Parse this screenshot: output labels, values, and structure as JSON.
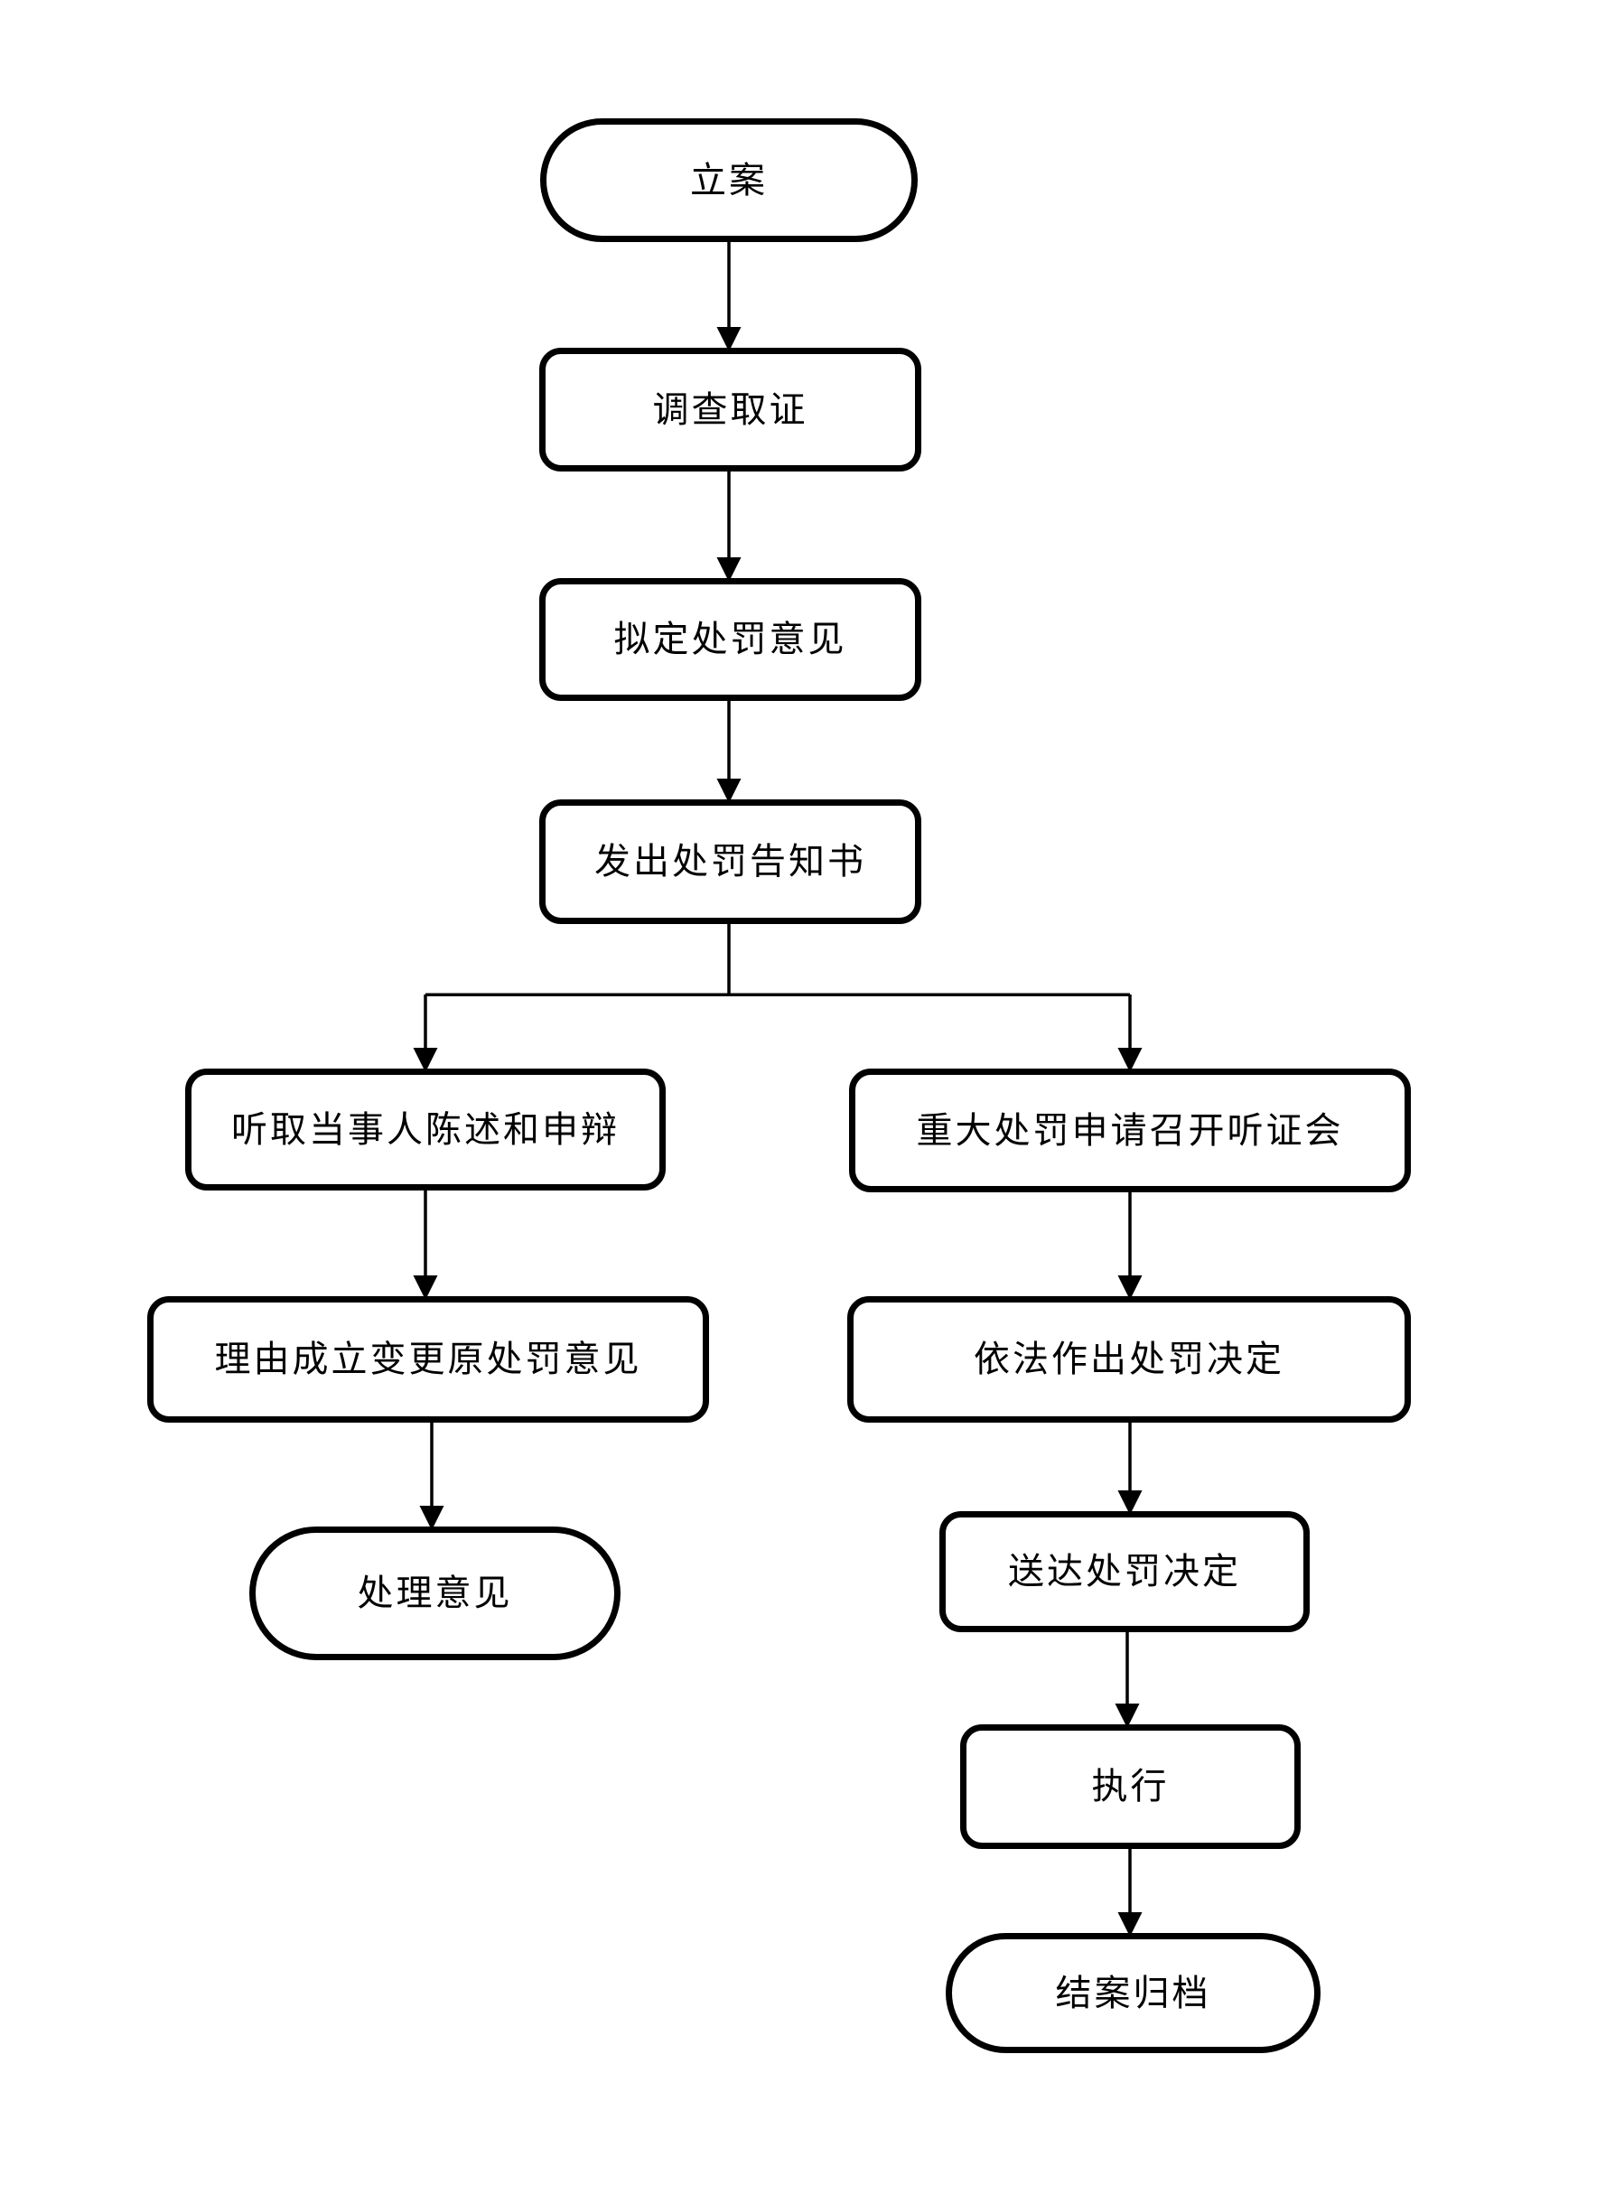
{
  "diagram": {
    "type": "flowchart",
    "background_color": "#ffffff",
    "stroke_color": "#000000",
    "node_fill_color": "#ffffff",
    "text_color": "#000000"
  },
  "nodes": [
    {
      "id": "case-filing",
      "label": "立案",
      "shape": "stadium"
    },
    {
      "id": "investigation-evidence",
      "label": "调查取证",
      "shape": "process"
    },
    {
      "id": "draft-penalty-opinion",
      "label": "拟定处罚意见",
      "shape": "process"
    },
    {
      "id": "issue-penalty-notice",
      "label": "发出处罚告知书",
      "shape": "process"
    },
    {
      "id": "hear-statement-defense",
      "label": "听取当事人陈述和申辩",
      "shape": "process"
    },
    {
      "id": "change-original-opinion",
      "label": "理由成立变更原处罚意见",
      "shape": "process"
    },
    {
      "id": "handling-opinion",
      "label": "处理意见",
      "shape": "stadium"
    },
    {
      "id": "major-penalty-hearing",
      "label": "重大处罚申请召开听证会",
      "shape": "process"
    },
    {
      "id": "make-penalty-decision",
      "label": "依法作出处罚决定",
      "shape": "process"
    },
    {
      "id": "deliver-penalty-decision",
      "label": "送达处罚决定",
      "shape": "process"
    },
    {
      "id": "execute",
      "label": "执行",
      "shape": "process"
    },
    {
      "id": "close-case-archive",
      "label": "结案归档",
      "shape": "stadium"
    }
  ],
  "edges": [
    {
      "from": "case-filing",
      "to": "investigation-evidence"
    },
    {
      "from": "investigation-evidence",
      "to": "draft-penalty-opinion"
    },
    {
      "from": "draft-penalty-opinion",
      "to": "issue-penalty-notice"
    },
    {
      "from": "issue-penalty-notice",
      "to": "hear-statement-defense"
    },
    {
      "from": "issue-penalty-notice",
      "to": "major-penalty-hearing"
    },
    {
      "from": "hear-statement-defense",
      "to": "change-original-opinion"
    },
    {
      "from": "change-original-opinion",
      "to": "handling-opinion"
    },
    {
      "from": "major-penalty-hearing",
      "to": "make-penalty-decision"
    },
    {
      "from": "make-penalty-decision",
      "to": "deliver-penalty-decision"
    },
    {
      "from": "deliver-penalty-decision",
      "to": "execute"
    },
    {
      "from": "execute",
      "to": "close-case-archive"
    }
  ]
}
